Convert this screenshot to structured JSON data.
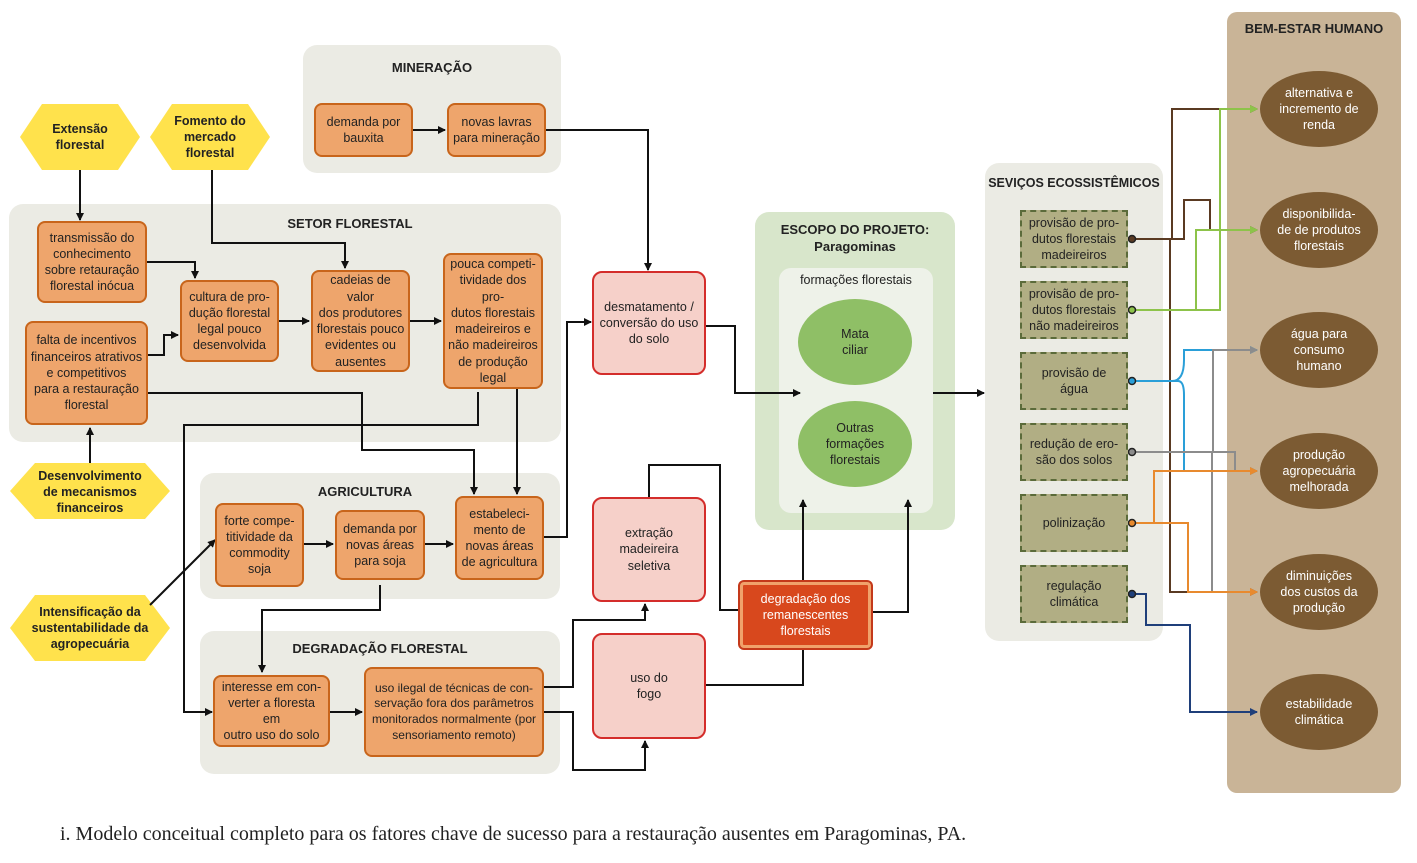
{
  "groups": {
    "mineracao": "MINERAÇÃO",
    "setor_florestal": "SETOR FLORESTAL",
    "agricultura": "AGRICULTURA",
    "degradacao": "DEGRADAÇÃO FLORESTAL",
    "escopo": "ESCOPO DO PROJETO:\nParagominas",
    "formacoes": "formações florestais",
    "servicos": "SEVIÇOS ECOSSISTÊMICOS",
    "bem_estar": "BEM-ESTAR HUMANO"
  },
  "drivers": {
    "extensao": "Extensão\nflorestal",
    "fomento": "Fomento do\nmercado\nflorestal",
    "desenvolvimento": "Desenvolvimento\nde mecanismos\nfinanceiros",
    "intensificacao": "Intensificação da\nsustentabilidade da\nagropecuária"
  },
  "nodes": {
    "demanda_bauxita": "demanda por\nbauxita",
    "novas_lavras": "novas lavras\npara mineração",
    "transmissao": "transmissão do\nconhecimento\nsobre retauração\nflorestal inócua",
    "falta_incentivos": "falta de incentivos\nfinanceiros atrativos\ne competitivos\npara a restauração\nflorestal",
    "cultura": "cultura de pro-\ndução florestal\nlegal pouco\ndesenvolvida",
    "cadeias": "cadeias de valor\ndos produtores\nflorestais pouco\nevidentes ou\nausentes",
    "pouca_comp": "pouca competi-\ntividade dos pro-\ndutos florestais\nmadeireiros e\nnão madeireiros\nde  produção\nlegal",
    "forte_comp": "forte compe-\ntitividade da\ncommodity\nsoja",
    "demanda_soja": "demanda por\nnovas áreas\npara soja",
    "estabelecimento": "estabeleci-\nmento de\nnovas áreas\nde agricultura",
    "interesse": "interesse em con-\nverter a floresta em\noutro uso do solo",
    "uso_ilegal": "uso ilegal de técnicas de con-\nservação fora dos parâmetros\nmonitorados normalmente (por\nsensoriamento remoto)",
    "desmatamento": "desmatamento /\nconversão do uso\ndo solo",
    "extracao": "extração\nmadeireira\nseletiva",
    "uso_fogo": "uso do\nfogo",
    "degradacao_rem": "degradação dos\nremanescentes\nflorestais",
    "mata_ciliar": "Mata\nciliar",
    "outras": "Outras\nformações\nflorestais"
  },
  "services": [
    "provisão de pro-\ndutos florestais\nmadeireiros",
    "provisão de pro-\ndutos florestais\nnão madeireiros",
    "provisão de\nágua",
    "redução de ero-\nsão dos solos",
    "polinização",
    "regulação\nclimática"
  ],
  "wellbeing": [
    "alternativa e\nincremento de\nrenda",
    "disponibilida-\nde de produtos\nflorestais",
    "água para\nconsumo\nhumano",
    "produção\nagropecuária\nmelhorada",
    "diminuições\ndos custos da\nprodução",
    "estabilidade\nclimática"
  ],
  "colors": {
    "service_madeireiros": "#5a3a22",
    "service_nao_madeireiros": "#8dc34a",
    "service_agua": "#2a9fd8",
    "service_erosao": "#8c8c8c",
    "service_polinizacao": "#e88a2e",
    "service_clima": "#1f3f7a"
  },
  "caption": "i. Modelo conceitual completo para os fatores chave de sucesso para a restauração ausentes em Paragominas, PA."
}
